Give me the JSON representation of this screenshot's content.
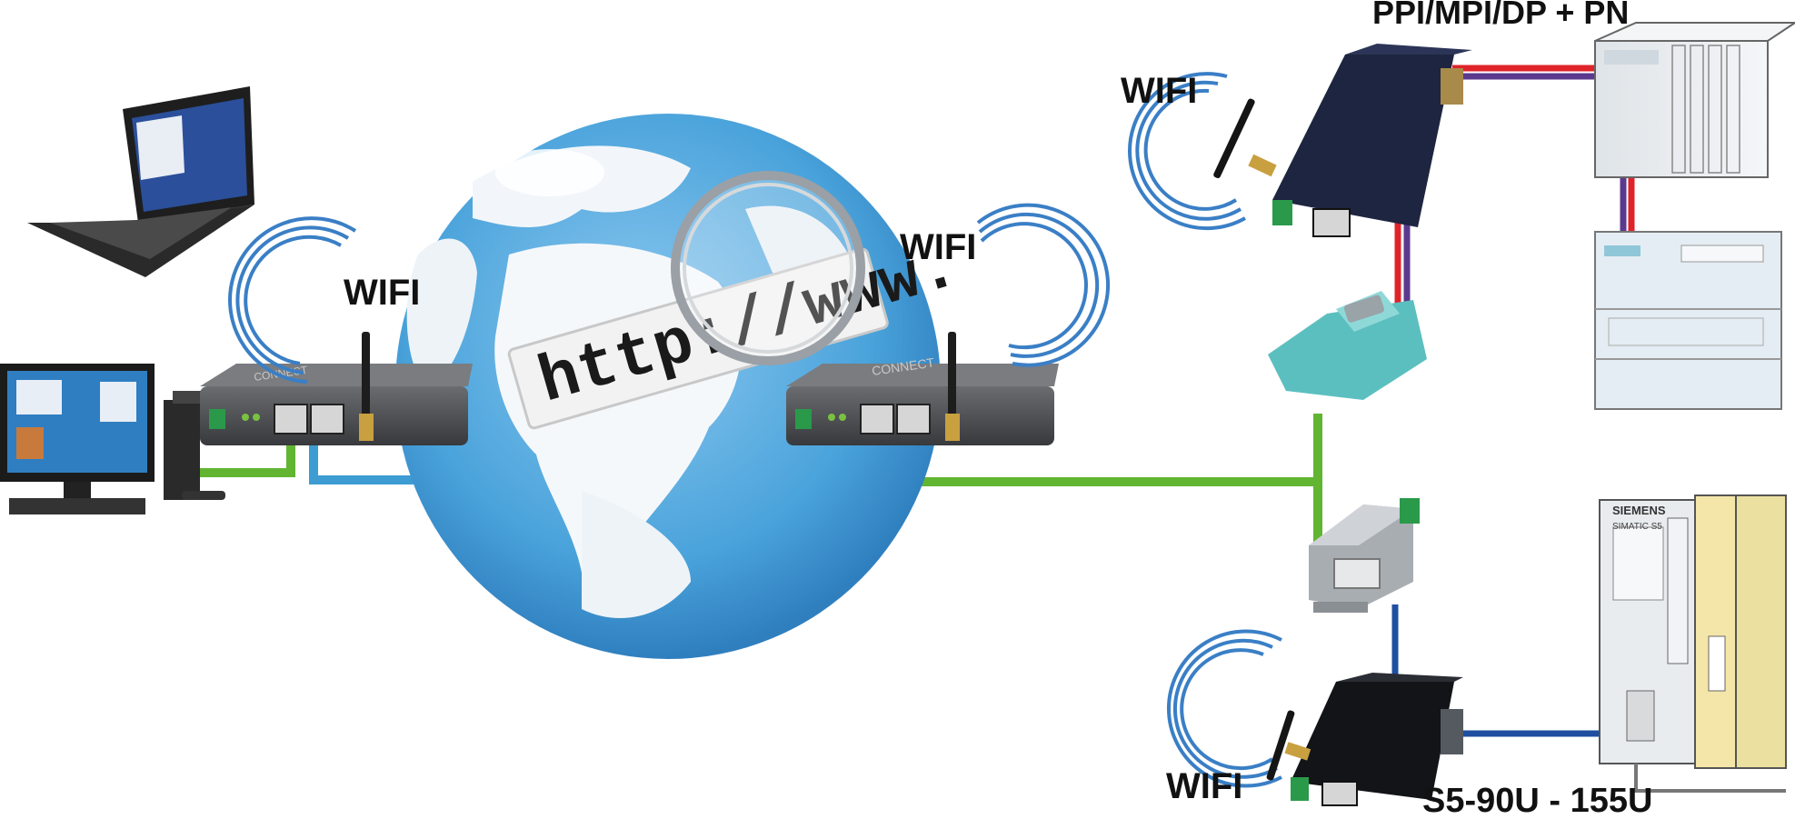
{
  "labels": {
    "wifi": "WIFI",
    "protocol": "PPI/MPI/DP + PN",
    "s5_range": "S5-90U - 155U",
    "globe_url": "http://www.",
    "router_brand": "CONNECT",
    "plc_brand": "SIEMENS",
    "plc_model": "SIMATIC S5"
  },
  "colors": {
    "green_cable": "#62b531",
    "blue_cable": "#3d9cd2",
    "red_cable": "#e0232a",
    "purple_cable": "#5b3a8e",
    "navy_cable": "#1f4fa0",
    "wifi_arc": "#3a7fc6",
    "router_body": "#4d4f52",
    "ocean": "#4aa3db",
    "land": "#ffffff",
    "adapter_body": "#1d2540",
    "profibus_teal": "#5cbfbf"
  },
  "icons": [
    "laptop-icon",
    "desktop-pc-icon",
    "wifi-router-icon",
    "globe-icon",
    "magnifier-icon",
    "wifi-adapter-icon",
    "profibus-connector-icon",
    "s5-adapter-icon",
    "plc-icon"
  ]
}
